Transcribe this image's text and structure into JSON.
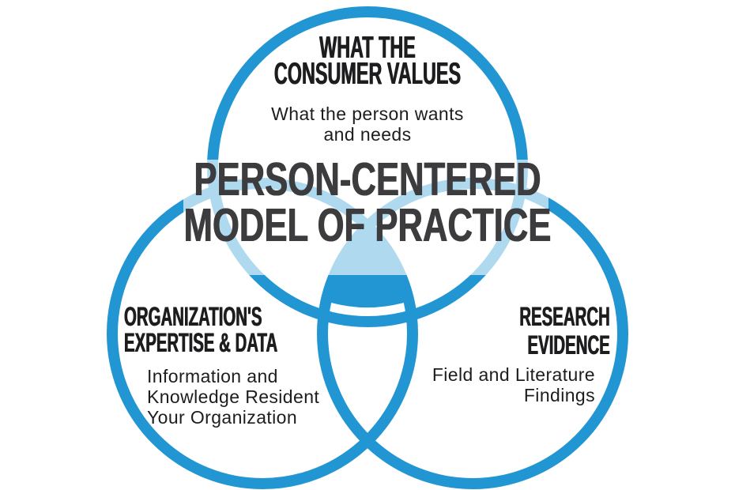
{
  "diagram": {
    "center": {
      "title_lines": [
        "PERSON-CENTERED",
        "MODEL OF PRACTICE"
      ]
    },
    "circles": {
      "top": {
        "heading_lines": [
          "WHAT THE",
          "CONSUMER VALUES"
        ],
        "sub_lines": [
          "What the person wants",
          "and needs"
        ]
      },
      "bottom_left": {
        "heading_lines": [
          "ORGANIZATION'S",
          "EXPERTISE & DATA"
        ],
        "sub_lines": [
          "Information and",
          "Knowledge Resident",
          "Your Organization"
        ]
      },
      "bottom_right": {
        "heading_lines": [
          "RESEARCH",
          "EVIDENCE"
        ],
        "sub_lines": [
          "Field and Literature",
          "Findings"
        ]
      }
    },
    "colors": {
      "circle_blue": "#2196d3",
      "center_fill": "#2196d3",
      "heading_black": "#1d1d1f",
      "title_gray": "#3c3c3e"
    }
  }
}
